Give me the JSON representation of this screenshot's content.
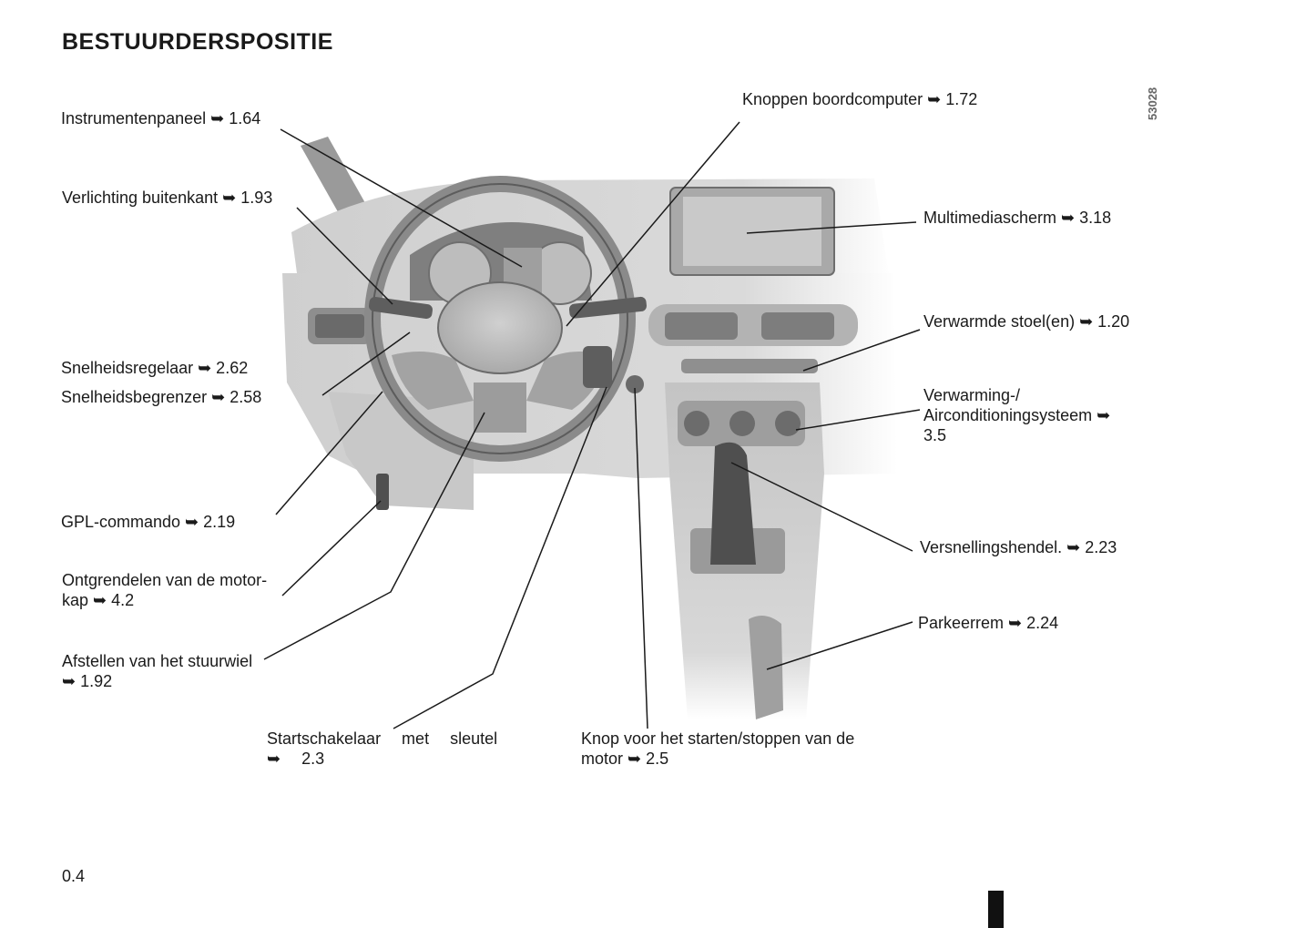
{
  "page": {
    "title": "BESTUURDERSPOSITIE",
    "image_code": "53028",
    "page_number": "0.4"
  },
  "labels": {
    "instrumentenpaneel": "Instrumentenpaneel ➥ 1.64",
    "verlichting": "Verlichting buitenkant ➥ 1.93",
    "snelheidsregelaar": "Snelheidsregelaar ➥ 2.62",
    "snelheidsbegrenzer": "Snelheidsbegrenzer ➥ 2.58",
    "gpl": "GPL-commando ➥ 2.19",
    "motorkap": "Ontgrendelen van de motor-kap ➥ 4.2",
    "stuurwiel": "Afstellen van het stuurwiel ➥ 1.92",
    "startschakelaar": "Startschakelaar met sleutel ➥ 2.3",
    "startstop": "Knop voor het starten/stoppen van de motor ➥ 2.5",
    "boordcomputer": "Knoppen boordcomputer ➥ 1.72",
    "multimedia": "Multimediascherm ➥ 3.18",
    "stoelen": "Verwarmde stoel(en) ➥ 1.20",
    "airco": "Verwarming-/ Airconditioningsysteem ➥ 3.5",
    "versnelling": "Versnellingshendel. ➥ 2.23",
    "parkeerrem": "Parkeerrem ➥ 2.24"
  }
}
